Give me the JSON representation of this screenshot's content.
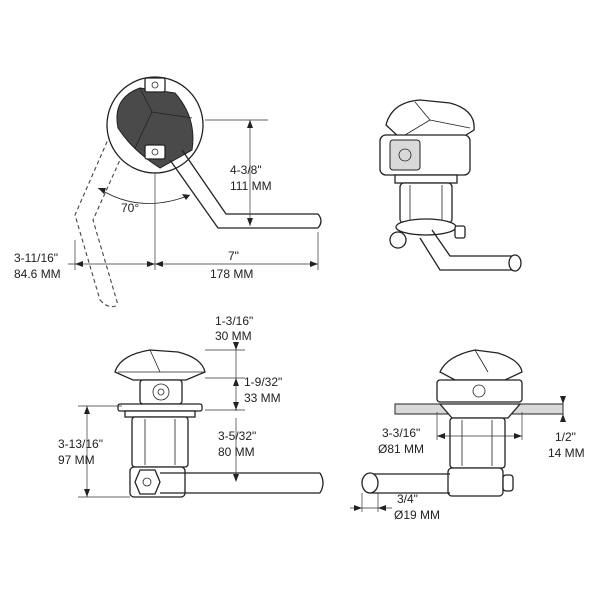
{
  "views": {
    "top_view": {
      "swing_angle": "70°",
      "height_in": "4-3/8\"",
      "height_mm": "111 MM",
      "length_in": "7\"",
      "length_mm": "178 MM",
      "offset_in": "3-11/16\"",
      "offset_mm": "84.6 MM"
    },
    "front_view": {
      "cap_in": "1-3/16\"",
      "cap_mm": "30 MM",
      "upper_in": "1-9/32\"",
      "upper_mm": "33 MM",
      "body_in": "3-5/32\"",
      "body_mm": "80 MM",
      "total_in": "3-13/16\"",
      "total_mm": "97 MM"
    },
    "side_view": {
      "diameter_in": "3-3/16\"",
      "diameter_mm": "Ø81 MM",
      "deck_in": "1/2\"",
      "deck_mm": "14 MM",
      "pipe_in": "3/4\"",
      "pipe_mm": "Ø19 MM"
    }
  }
}
